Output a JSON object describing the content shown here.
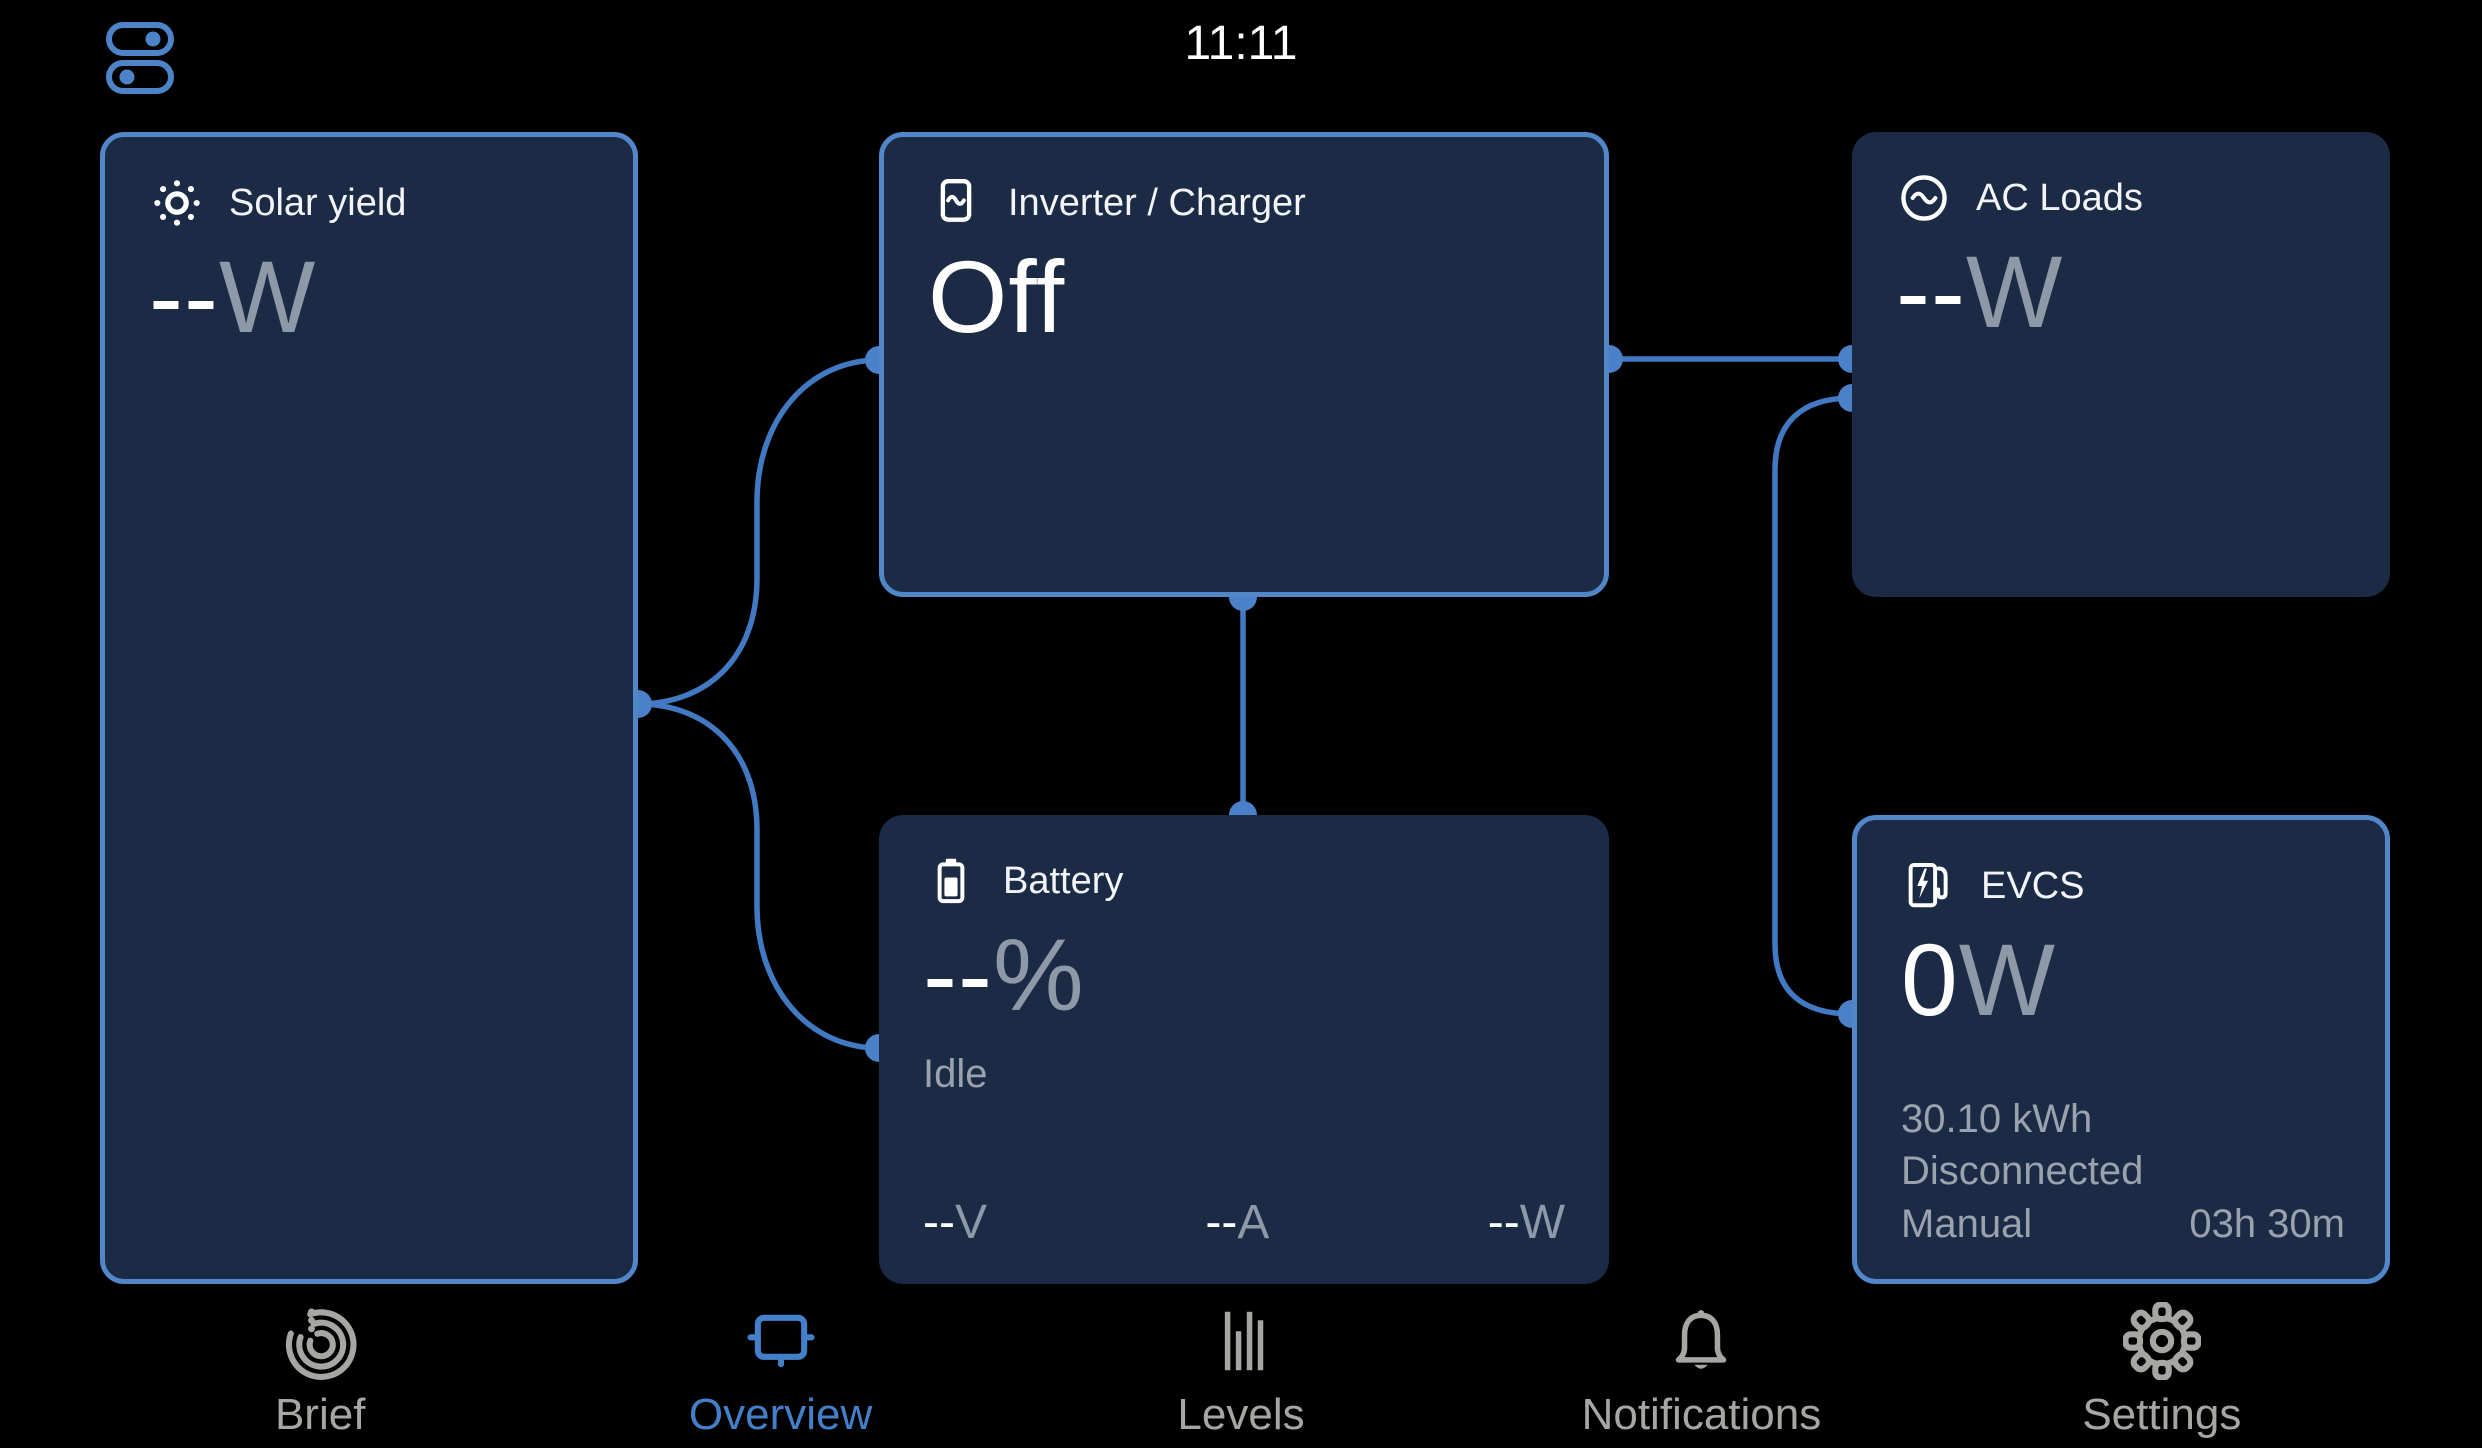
{
  "clock": "11:11",
  "colors": {
    "background": "#000000",
    "card_background": "#1b2a45",
    "card_border": "#5186c9",
    "connector_line": "#4179c3",
    "connector_dot": "#4a81c8",
    "accent_blue": "#4480ca",
    "value_white": "#ffffff",
    "unit_grey": "#8e99a8",
    "secondary_grey": "#9aa2ae",
    "nav_inactive_grey": "#a6a6a3"
  },
  "cards": {
    "solar": {
      "title": "Solar yield",
      "value": "--",
      "unit": "W",
      "icon": "sun-icon"
    },
    "inverter": {
      "title": "Inverter / Charger",
      "value": "Off",
      "icon": "inverter-icon"
    },
    "ac_loads": {
      "title": "AC Loads",
      "value": "--",
      "unit": "W",
      "icon": "ac-sine-icon"
    },
    "battery": {
      "title": "Battery",
      "value": "--",
      "unit": "%",
      "state": "Idle",
      "icon": "battery-icon",
      "voltage_value": "--",
      "voltage_unit": "V",
      "current_value": "--",
      "current_unit": "A",
      "power_value": "--",
      "power_unit": "W"
    },
    "evcs": {
      "title": "EVCS",
      "value": "0",
      "unit": "W",
      "icon": "ev-charger-icon",
      "energy": "30.10 kWh",
      "connection_status": "Disconnected",
      "mode": "Manual",
      "charge_time": "03h 30m"
    }
  },
  "nav": {
    "items": [
      {
        "label": "Brief",
        "icon": "brief-icon",
        "active": false
      },
      {
        "label": "Overview",
        "icon": "overview-icon",
        "active": true
      },
      {
        "label": "Levels",
        "icon": "levels-icon",
        "active": false
      },
      {
        "label": "Notifications",
        "icon": "notifications-icon",
        "active": false
      },
      {
        "label": "Settings",
        "icon": "settings-icon",
        "active": false
      }
    ]
  }
}
